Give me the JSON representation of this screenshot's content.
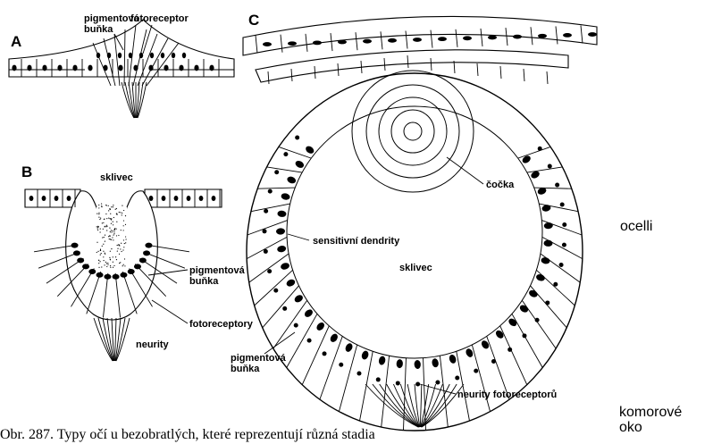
{
  "panels": {
    "a": {
      "letter": "A",
      "label_pigment": "pigmentová\nbuňka",
      "label_photoreceptor": "fotoreceptor"
    },
    "b": {
      "letter": "B",
      "label_vitreous": "sklivec",
      "label_pigment": "pigmentová\nbuňka",
      "label_photoreceptors": "fotoreceptory",
      "label_neurites": "neurity"
    },
    "c": {
      "letter": "C",
      "label_lens": "čočka",
      "label_dendrites": "sensitivní dendrity",
      "label_vitreous": "sklivec",
      "label_pigment": "pigmentová\nbuňka",
      "label_neurites": "neurity fotoreceptorů"
    }
  },
  "side_labels": {
    "ocelli": "ocelli",
    "chamber_eye": "komorové\noko"
  },
  "caption": "Obr. 287. Typy očí u bezobratlých, které reprezentují různá stadia"
}
